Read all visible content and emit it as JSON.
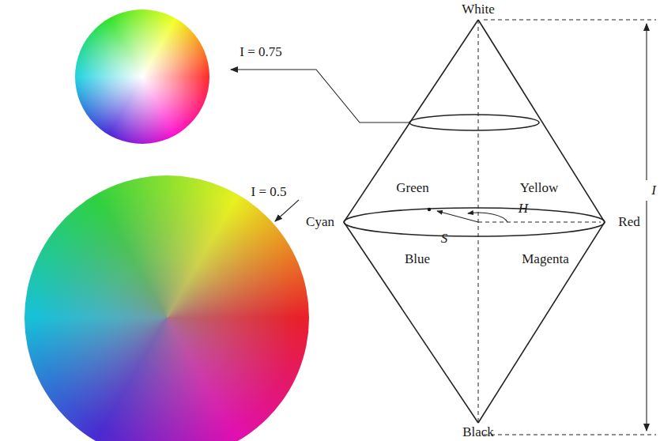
{
  "diagram": {
    "labels": [
      "I = 0.75",
      "I = 0.5",
      "White",
      "Cyan",
      "Green",
      "Yellow",
      "Red",
      "H",
      "S",
      "Blue",
      "Magenta",
      "I",
      "Black"
    ]
  }
}
